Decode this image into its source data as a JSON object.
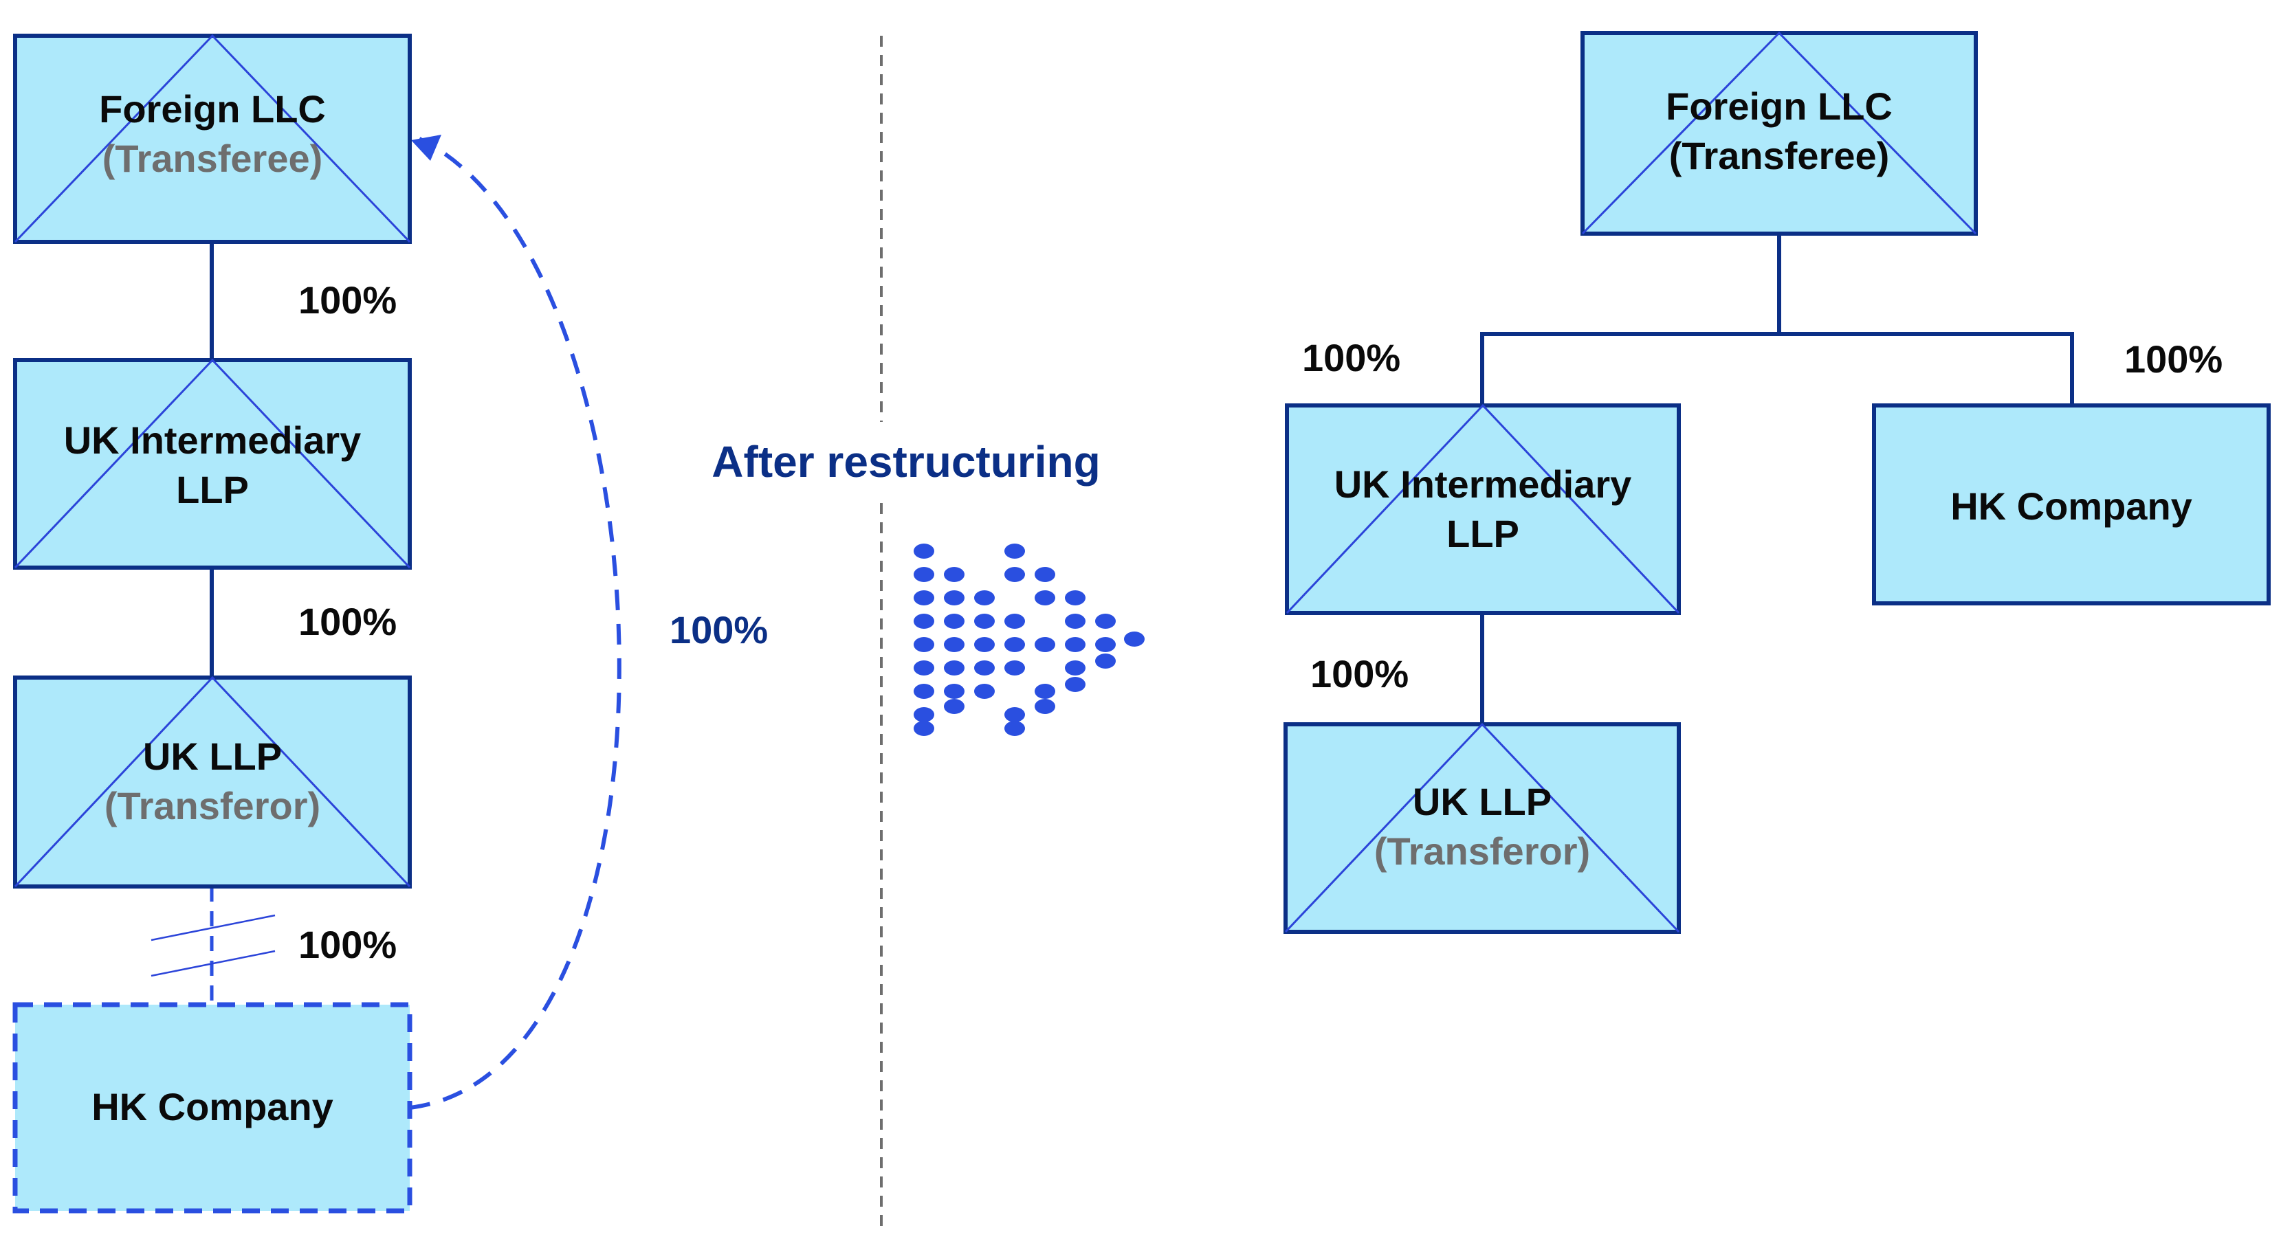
{
  "left": {
    "foreign_llc": {
      "title": "Foreign LLC",
      "sub": "(Transferee)"
    },
    "uk_intermediary": {
      "line1": "UK Intermediary",
      "line2": "LLP"
    },
    "uk_llp": {
      "title": "UK LLP",
      "sub": "(Transferor)"
    },
    "hk_company": {
      "title": "HK Company"
    },
    "pct_foreign_to_intermediary": "100%",
    "pct_intermediary_to_ukllp": "100%",
    "pct_ukllp_to_hk": "100%",
    "pct_transfer": "100%"
  },
  "center": {
    "label": "After restructuring"
  },
  "right": {
    "foreign_llc": {
      "title": "Foreign LLC",
      "sub": "(Transferee)"
    },
    "uk_intermediary": {
      "line1": "UK Intermediary",
      "line2": "LLP"
    },
    "hk_company": {
      "title": "HK Company"
    },
    "uk_llp": {
      "title": "UK LLP",
      "sub": "(Transferor)"
    },
    "pct_foreign_to_intermediary": "100%",
    "pct_foreign_to_hk": "100%",
    "pct_intermediary_to_ukllp": "100%"
  },
  "colors": {
    "box_fill": "#aee9fb",
    "box_border": "#0b2f86",
    "accent_blue": "#2a4fe0",
    "subtext_gray": "#6e6e6e"
  }
}
